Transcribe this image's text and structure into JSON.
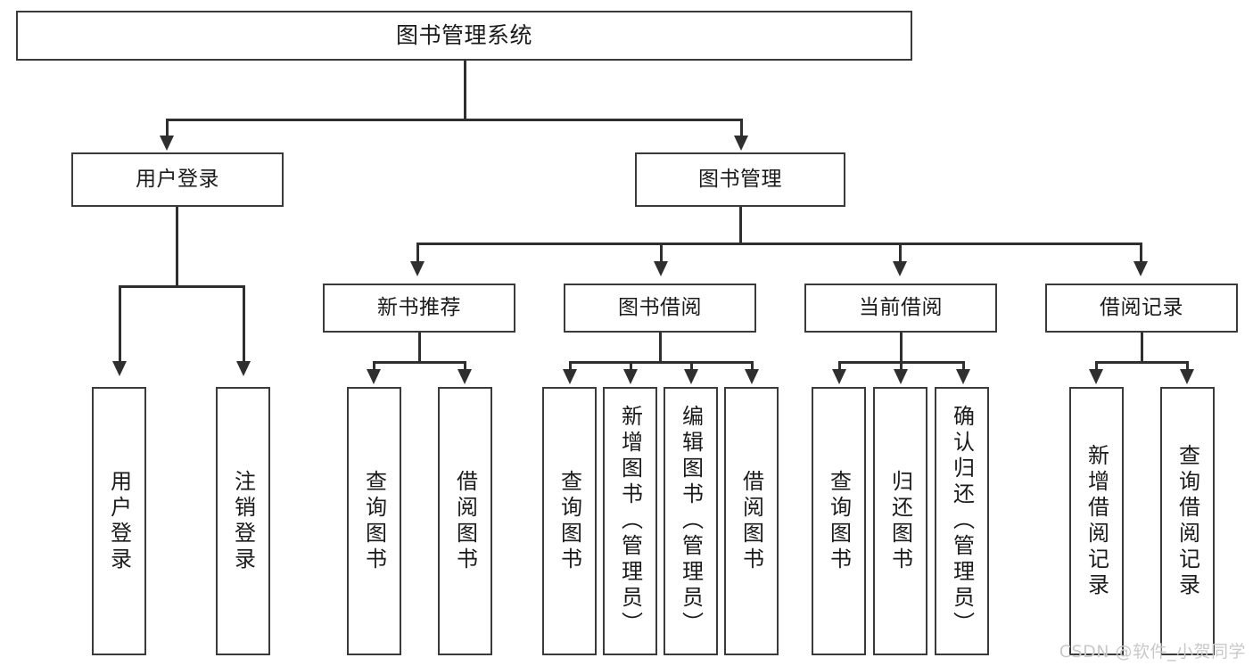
{
  "diagram": {
    "title": "图书管理系统",
    "type": "tree",
    "watermark": "CSDN @软件_小贺同学",
    "colors": {
      "box_border": "#3a3a3a",
      "connector": "#2f2f2f",
      "background": "#ffffff",
      "text": "#1b1b1b",
      "watermark": "#c9c9c9"
    },
    "root": {
      "label": "图书管理系统"
    },
    "level2": [
      {
        "label": "用户登录"
      },
      {
        "label": "图书管理"
      }
    ],
    "level3": [
      {
        "label": "新书推荐"
      },
      {
        "label": "图书借阅"
      },
      {
        "label": "当前借阅"
      },
      {
        "label": "借阅记录"
      }
    ],
    "leaves": {
      "user_login": [
        {
          "label": "用户登录"
        },
        {
          "label": "注销登录"
        }
      ],
      "new_book_recommend": [
        {
          "label": "查询图书"
        },
        {
          "label": "借阅图书"
        }
      ],
      "book_borrow": [
        {
          "label": "查询图书"
        },
        {
          "label": "新增图书（管理员）"
        },
        {
          "label": "编辑图书（管理员）"
        },
        {
          "label": "借阅图书"
        }
      ],
      "current_borrow": [
        {
          "label": "查询图书"
        },
        {
          "label": "归还图书"
        },
        {
          "label": "确认归还（管理员）"
        }
      ],
      "borrow_record": [
        {
          "label": "新增借阅记录"
        },
        {
          "label": "查询借阅记录"
        }
      ]
    }
  }
}
